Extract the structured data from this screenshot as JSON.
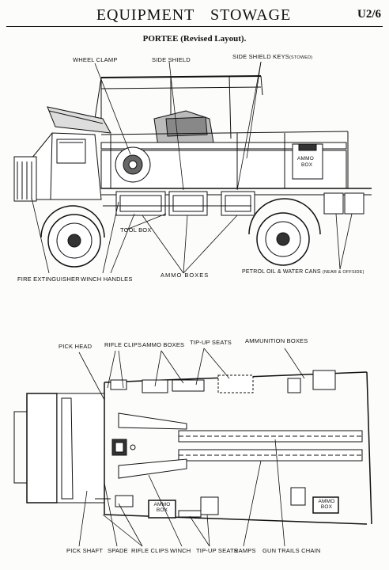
{
  "header": {
    "title": "EQUIPMENT STOWAGE",
    "code": "U2/6",
    "subtitle": "PORTEE (Revised Layout)."
  },
  "side_view": {
    "labels": {
      "wheel_clamp": "WHEEL CLAMP",
      "side_shield": "SIDE SHIELD",
      "side_shield_keys": "SIDE SHIELD KEYS",
      "side_shield_keys_note": "(STOWED)",
      "tool_box": "TOOL BOX",
      "ammo_box": "AMMO",
      "ammo_box_2": "BOX",
      "fire_extinguisher": "FIRE EXTINGUISHER",
      "winch_handles": "WINCH HANDLES",
      "ammo_boxes": "AMMO BOXES",
      "petrol_cans": "PETROL OIL & WATER CANS",
      "petrol_cans_note": "(NEAR & OFFSIDE)"
    }
  },
  "plan_view": {
    "labels": {
      "pick_head": "PICK HEAD",
      "rifle_clips_top": "RIFLE CLIPS",
      "ammo_boxes_top": "AMMO BOXES",
      "tip_up_seats_top": "TIP-UP SEATS",
      "ammunition_boxes": "AMMUNITION BOXES",
      "ammo_box_1": "AMMO",
      "ammo_box_1b": "BOX",
      "ammo_box_2": "AMMO",
      "ammo_box_2b": "BOX",
      "pick_shaft": "PICK SHAFT",
      "spade": "SPADE",
      "rifle_clips_bottom": "RIFLE CLIPS",
      "winch": "WINCH",
      "tip_up_seats_bottom": "TIP-UP SEATS",
      "ramps": "RAMPS",
      "gun_trails_chain": "GUN TRAILS CHAIN"
    }
  }
}
